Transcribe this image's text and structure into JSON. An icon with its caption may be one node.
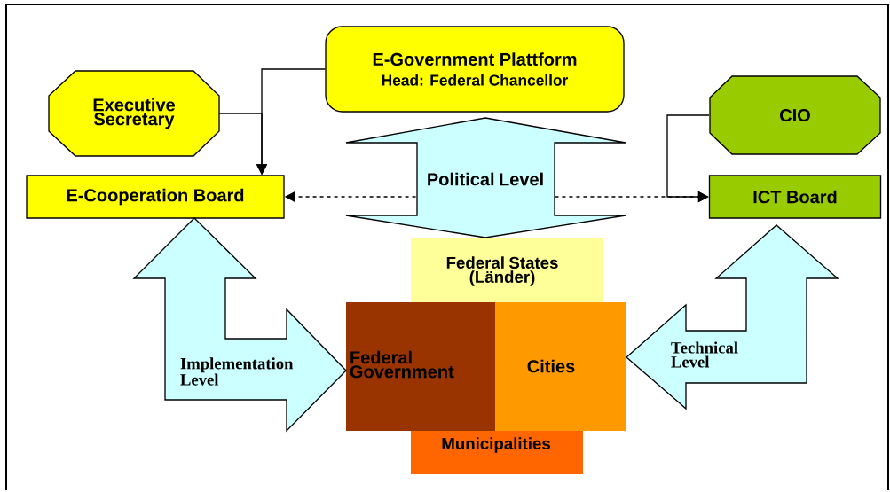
{
  "diagram": {
    "nodes": [
      {
        "text": [
          "E-Government Plattform",
          "Head: Federal Chancellor"
        ]
      },
      {
        "text": [
          "Executive Secretary"
        ]
      },
      {
        "text": [
          "E-Cooperation Board"
        ]
      },
      {
        "text": [
          "Political Level"
        ]
      },
      {
        "text": [
          "CIO"
        ]
      },
      {
        "text": [
          "ICT Board"
        ]
      },
      {
        "text": [
          "Federal States (Länder)"
        ]
      },
      {
        "text": [
          "Federal Government"
        ]
      },
      {
        "text": [
          "Cities"
        ]
      },
      {
        "text": [
          "Municipalities"
        ]
      },
      {
        "text": [
          "Implementation Level"
        ]
      },
      {
        "text": [
          "Technical Level"
        ]
      }
    ],
    "edges": [
      {
        "from": 0,
        "to": 2,
        "arrow": "to"
      },
      {
        "from": 1,
        "to": 2,
        "arrow": "to"
      },
      {
        "from": 3,
        "to": 2,
        "arrow": "to",
        "style": "dashed"
      },
      {
        "from": 3,
        "to": 5,
        "arrow": "to",
        "style": "dashed"
      },
      {
        "from": 4,
        "to": 5,
        "arrow": "to"
      }
    ]
  }
}
